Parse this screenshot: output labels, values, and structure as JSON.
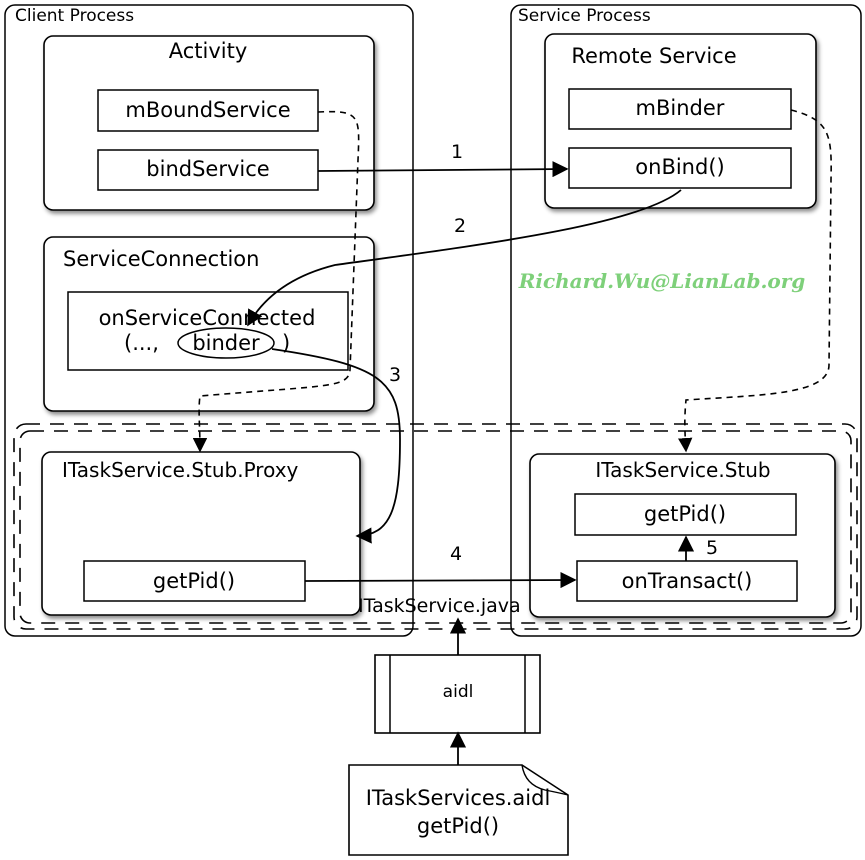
{
  "containers": {
    "client_process": "Client Process",
    "service_process": "Service Process",
    "itaskservice_java": "ITaskService.java"
  },
  "activity": {
    "title": "Activity",
    "m_bound_service": "mBoundService",
    "bind_service": "bindService"
  },
  "remote_service": {
    "title": "Remote Service",
    "m_binder": "mBinder",
    "on_bind": "onBind()"
  },
  "service_connection": {
    "title": "ServiceConnection",
    "on_service_connected": "onServiceConnected",
    "args_prefix": "(...,",
    "binder": "binder",
    "args_suffix": ")"
  },
  "proxy": {
    "title": "ITaskService.Stub.Proxy",
    "get_pid": "getPid()"
  },
  "stub": {
    "title": "ITaskService.Stub",
    "get_pid": "getPid()",
    "on_transact": "onTransact()"
  },
  "aidl_tool": {
    "label": "aidl"
  },
  "aidl_file": {
    "name": "ITaskServices.aidl",
    "method": "getPid()"
  },
  "arrows": {
    "step1": "1",
    "step2": "2",
    "step3": "3",
    "step4": "4",
    "step5": "5"
  },
  "watermark": "Richard.Wu@LianLab.org"
}
